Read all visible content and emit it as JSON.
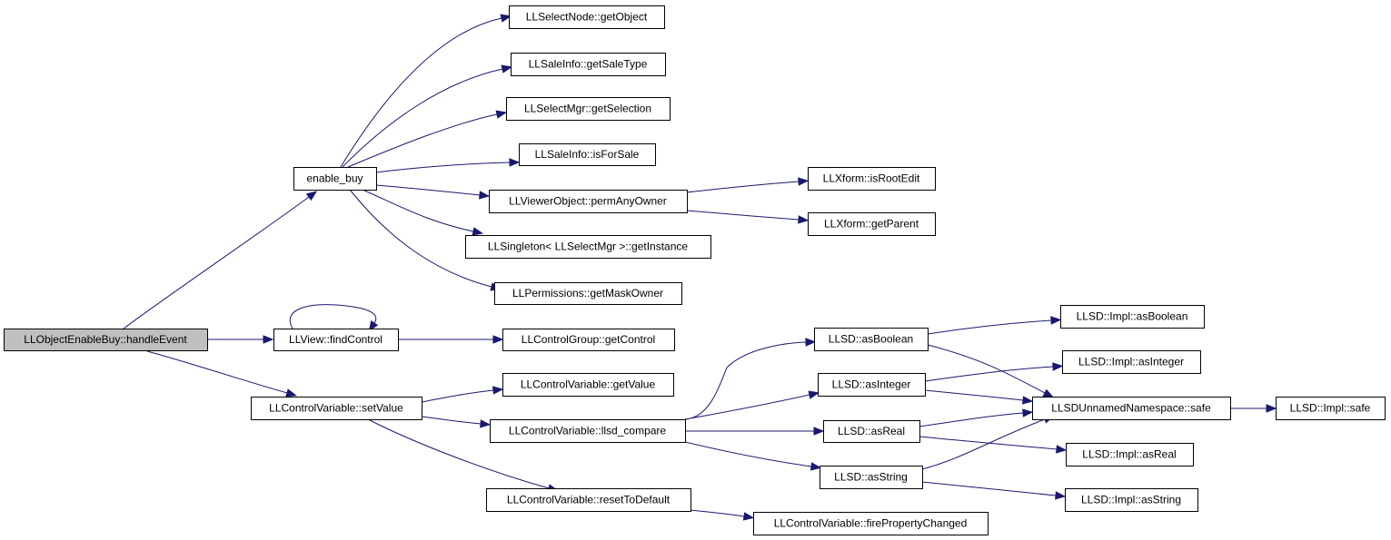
{
  "nodes": [
    {
      "id": "handleEvent",
      "label": "LLObjectEnableBuy::handleEvent",
      "root": true
    },
    {
      "id": "enable_buy",
      "label": "enable_buy"
    },
    {
      "id": "findControl",
      "label": "LLView::findControl"
    },
    {
      "id": "setValue",
      "label": "LLControlVariable::setValue"
    },
    {
      "id": "getObject",
      "label": "LLSelectNode::getObject"
    },
    {
      "id": "getSaleType",
      "label": "LLSaleInfo::getSaleType"
    },
    {
      "id": "getSelection",
      "label": "LLSelectMgr::getSelection"
    },
    {
      "id": "isForSale",
      "label": "LLSaleInfo::isForSale"
    },
    {
      "id": "permAnyOwner",
      "label": "LLViewerObject::permAnyOwner"
    },
    {
      "id": "getInstance",
      "label": "LLSingleton< LLSelectMgr >::getInstance"
    },
    {
      "id": "getMaskOwner",
      "label": "LLPermissions::getMaskOwner"
    },
    {
      "id": "getControl",
      "label": "LLControlGroup::getControl"
    },
    {
      "id": "getValue",
      "label": "LLControlVariable::getValue"
    },
    {
      "id": "llsd_compare",
      "label": "LLControlVariable::llsd_compare"
    },
    {
      "id": "resetToDefault",
      "label": "LLControlVariable::resetToDefault"
    },
    {
      "id": "isRootEdit",
      "label": "LLXform::isRootEdit"
    },
    {
      "id": "getParent",
      "label": "LLXform::getParent"
    },
    {
      "id": "asBoolean",
      "label": "LLSD::asBoolean"
    },
    {
      "id": "asInteger",
      "label": "LLSD::asInteger"
    },
    {
      "id": "asReal",
      "label": "LLSD::asReal"
    },
    {
      "id": "asString",
      "label": "LLSD::asString"
    },
    {
      "id": "firePropertyChanged",
      "label": "LLControlVariable::firePropertyChanged"
    },
    {
      "id": "implAsBoolean",
      "label": "LLSD::Impl::asBoolean"
    },
    {
      "id": "implAsInteger",
      "label": "LLSD::Impl::asInteger"
    },
    {
      "id": "safe",
      "label": "LLSDUnnamedNamespace::safe"
    },
    {
      "id": "implAsReal",
      "label": "LLSD::Impl::asReal"
    },
    {
      "id": "implAsString",
      "label": "LLSD::Impl::asString"
    },
    {
      "id": "implSafe",
      "label": "LLSD::Impl::safe"
    }
  ],
  "edges": [
    {
      "from": "handleEvent",
      "to": "enable_buy"
    },
    {
      "from": "handleEvent",
      "to": "findControl"
    },
    {
      "from": "handleEvent",
      "to": "setValue"
    },
    {
      "from": "enable_buy",
      "to": "getObject"
    },
    {
      "from": "enable_buy",
      "to": "getSaleType"
    },
    {
      "from": "enable_buy",
      "to": "getSelection"
    },
    {
      "from": "enable_buy",
      "to": "isForSale"
    },
    {
      "from": "enable_buy",
      "to": "permAnyOwner"
    },
    {
      "from": "enable_buy",
      "to": "getInstance"
    },
    {
      "from": "enable_buy",
      "to": "getMaskOwner"
    },
    {
      "from": "permAnyOwner",
      "to": "isRootEdit"
    },
    {
      "from": "permAnyOwner",
      "to": "getParent"
    },
    {
      "from": "findControl",
      "to": "findControl"
    },
    {
      "from": "findControl",
      "to": "getControl"
    },
    {
      "from": "setValue",
      "to": "getValue"
    },
    {
      "from": "setValue",
      "to": "llsd_compare"
    },
    {
      "from": "setValue",
      "to": "resetToDefault"
    },
    {
      "from": "llsd_compare",
      "to": "asBoolean"
    },
    {
      "from": "llsd_compare",
      "to": "asInteger"
    },
    {
      "from": "llsd_compare",
      "to": "asReal"
    },
    {
      "from": "llsd_compare",
      "to": "asString"
    },
    {
      "from": "resetToDefault",
      "to": "firePropertyChanged"
    },
    {
      "from": "asBoolean",
      "to": "implAsBoolean"
    },
    {
      "from": "asBoolean",
      "to": "safe"
    },
    {
      "from": "asInteger",
      "to": "implAsInteger"
    },
    {
      "from": "asInteger",
      "to": "safe"
    },
    {
      "from": "asReal",
      "to": "safe"
    },
    {
      "from": "asReal",
      "to": "implAsReal"
    },
    {
      "from": "asString",
      "to": "safe"
    },
    {
      "from": "asString",
      "to": "implAsString"
    },
    {
      "from": "safe",
      "to": "implSafe"
    }
  ],
  "colors": {
    "edge": "#191970",
    "node_border": "#000000",
    "root_fill": "#bfbfbf",
    "node_fill": "#ffffff"
  }
}
